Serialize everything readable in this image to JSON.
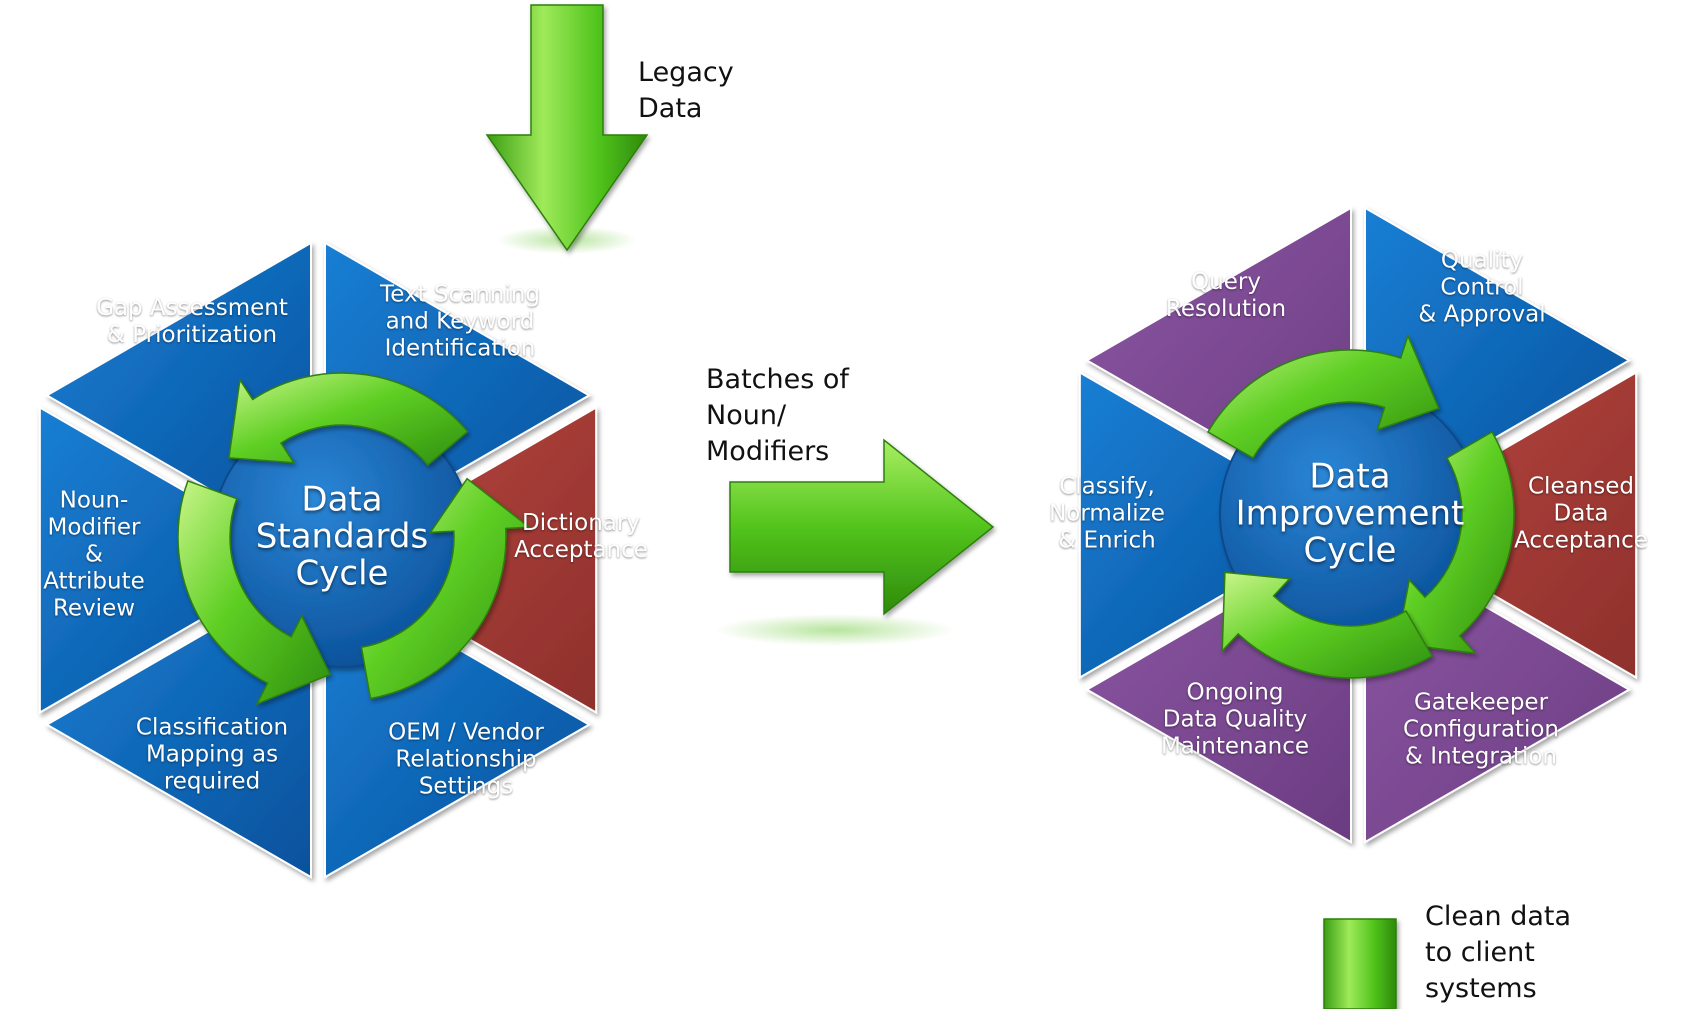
{
  "colors": {
    "segment_blue": "#0a63b4",
    "segment_red": "#a33c37",
    "segment_purple": "#7d4a93",
    "hub_blue": "#0f5fb0",
    "arrow_green": "#4fc31b"
  },
  "standards_cycle": {
    "center_label": "Data\nStandards\nCycle",
    "segments": [
      {
        "label": "Gap Assessment\n& Prioritization",
        "color": "blue"
      },
      {
        "label": "Text Scanning\nand Keyword\nIdentification",
        "color": "blue"
      },
      {
        "label": "Dictionary\nAcceptance",
        "color": "red"
      },
      {
        "label": "OEM / Vendor\nRelationship\nSettings",
        "color": "blue"
      },
      {
        "label": "Classification\nMapping as\nrequired",
        "color": "blue"
      },
      {
        "label": "Noun-\nModifier\n&\nAttribute\nReview",
        "color": "blue"
      }
    ]
  },
  "improvement_cycle": {
    "center_label": "Data\nImprovement\nCycle",
    "segments": [
      {
        "label": "Query\nResolution",
        "color": "purple"
      },
      {
        "label": "Quality\nControl\n& Approval",
        "color": "blue"
      },
      {
        "label": "Cleansed Data\nAcceptance",
        "color": "red"
      },
      {
        "label": "Gatekeeper\nConfiguration\n& Integration",
        "color": "purple"
      },
      {
        "label": "Ongoing\nData Quality\nMaintenance",
        "color": "purple"
      },
      {
        "label": "Classify,\nNormalize\n& Enrich",
        "color": "blue"
      }
    ]
  },
  "annotations": {
    "legacy_data": "Legacy\nData",
    "batches": "Batches of\nNoun/\nModifiers",
    "clean_data": "Clean data\nto client\nsystems"
  },
  "icons": {
    "legacy_arrow": "arrow-down-icon",
    "batch_arrow": "arrow-right-icon",
    "clean_arrow": "arrow-down-icon",
    "cycle_arrows": "cycle-arrow-icon"
  }
}
